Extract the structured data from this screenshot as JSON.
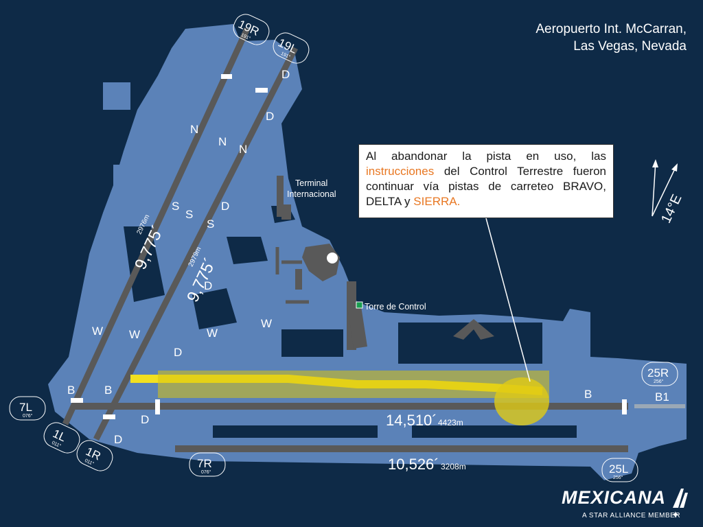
{
  "title": {
    "line1": "Aeropuerto Int. McCarran,",
    "line2": "Las Vegas, Nevada"
  },
  "callout": {
    "part1": "Al abandonar la pista en uso, las",
    "highlight1": "instrucciones",
    "part2": "del Control Terrestre fueron continuar vía pistas de carreteo BRAVO, DELTA y",
    "highlight2": "SIERRA."
  },
  "labels": {
    "terminal_line1": "Terminal",
    "terminal_line2": "Internacional",
    "tower": "Torre de Control",
    "compass": "14°E"
  },
  "runways": {
    "r19R": "19R",
    "r19R_hdg": "191°",
    "r19L": "19L",
    "r19L_hdg": "191°",
    "r25R": "25R",
    "r25R_hdg": "256°",
    "r25L": "25L",
    "r25L_hdg": "256°",
    "r7L": "7L",
    "r7L_hdg": "076°",
    "r7R": "7R",
    "r7R_hdg": "076°",
    "r1L": "1L",
    "r1L_hdg": "011°",
    "r1R": "1R",
    "r1R_hdg": "011°",
    "len1": "9,775´",
    "len1_m": "2976m",
    "len2": "9,775´",
    "len2_m": "2979m",
    "len3": "14,510´",
    "len3_m": "4423m",
    "len4": "10,526´",
    "len4_m": "3208m"
  },
  "taxiways": {
    "D": "D",
    "N": "N",
    "S": "S",
    "W": "W",
    "B": "B",
    "B1": "B1"
  },
  "logo": {
    "brand": "MEXICANA",
    "tag": "A STAR ALLIANCE MEMBER"
  },
  "colors": {
    "background": "#0e2a47",
    "ground": "#5b82b8",
    "runway": "#595959",
    "path": "#f2e020",
    "highlight": "#e87722"
  }
}
